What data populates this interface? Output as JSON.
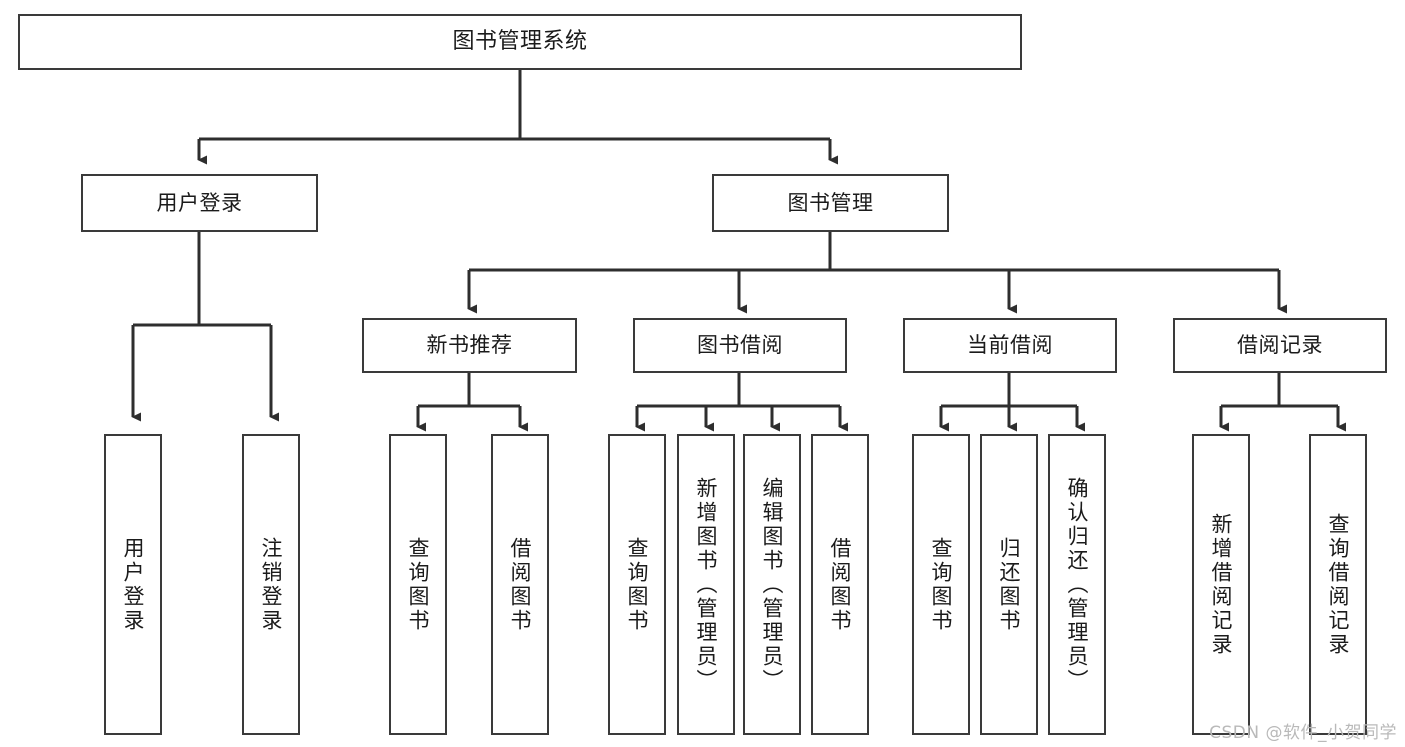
{
  "diagram": {
    "title": "图书管理系统",
    "watermark": "CSDN @软件_小贺同学",
    "colors": {
      "stroke": "#3a3a3a",
      "edge": "#2e2e2e",
      "background": "#ffffff",
      "text": "#1b1b1b",
      "watermark": "#b9b9b9"
    },
    "root": {
      "label": "图书管理系统"
    },
    "level1": [
      {
        "label": "用户登录"
      },
      {
        "label": "图书管理"
      }
    ],
    "level2": [
      {
        "label": "新书推荐"
      },
      {
        "label": "图书借阅"
      },
      {
        "label": "当前借阅"
      },
      {
        "label": "借阅记录"
      }
    ],
    "leaves": {
      "user_login": [
        {
          "label": "用户登录"
        },
        {
          "label": "注销登录"
        }
      ],
      "new_book": [
        {
          "label": "查询图书"
        },
        {
          "label": "借阅图书"
        }
      ],
      "book_borrow": [
        {
          "label": "查询图书"
        },
        {
          "label": "新增图书（管理员）"
        },
        {
          "label": "编辑图书（管理员）"
        },
        {
          "label": "借阅图书"
        }
      ],
      "current_borrow": [
        {
          "label": "查询图书"
        },
        {
          "label": "归还图书"
        },
        {
          "label": "确认归还（管理员）"
        }
      ],
      "borrow_record": [
        {
          "label": "新增借阅记录"
        },
        {
          "label": "查询借阅记录"
        }
      ]
    }
  }
}
